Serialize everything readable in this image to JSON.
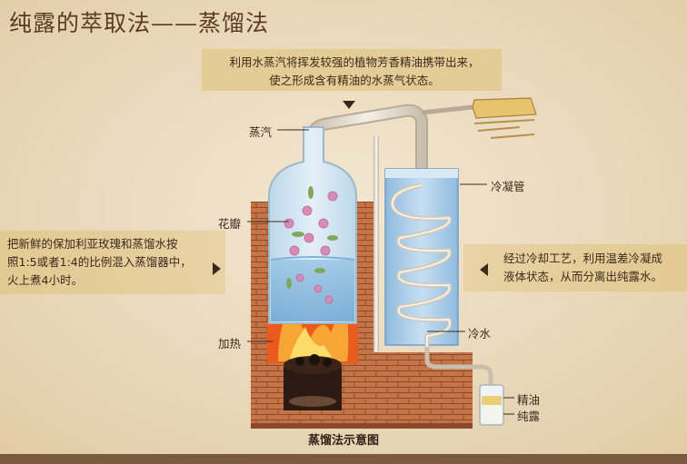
{
  "title": "纯露的萃取法——蒸馏法",
  "top_note": {
    "line1": "利用水蒸汽将挥发较强的植物芳香精油携带出来，",
    "line2": "使之形成含有精油的水蒸气状态。"
  },
  "left_note": {
    "line1": "把新鲜的保加利亚玫瑰和蒸馏水按",
    "line2": "照1:5或者1:4的比例混入蒸馏器中，",
    "line3": "火上煮4小时。"
  },
  "right_note": {
    "line1": "经过冷却工艺，利用温差冷凝成",
    "line2": "液体状态，从而分离出纯露水。"
  },
  "labels": {
    "steam": "蒸汽",
    "petals": "花瓣",
    "heating": "加热",
    "condenser": "冷凝管",
    "cold_water": "冷水",
    "essential_oil": "精油",
    "hydrosol": "纯露"
  },
  "caption": "蒸馏法示意图",
  "colors": {
    "brick": "#c57448",
    "glass": "#cfe4f1",
    "water": "#9cc6e4",
    "band": "#e3c98f",
    "pipe": "#dcd2c0",
    "flame": "#ea5a1d"
  }
}
